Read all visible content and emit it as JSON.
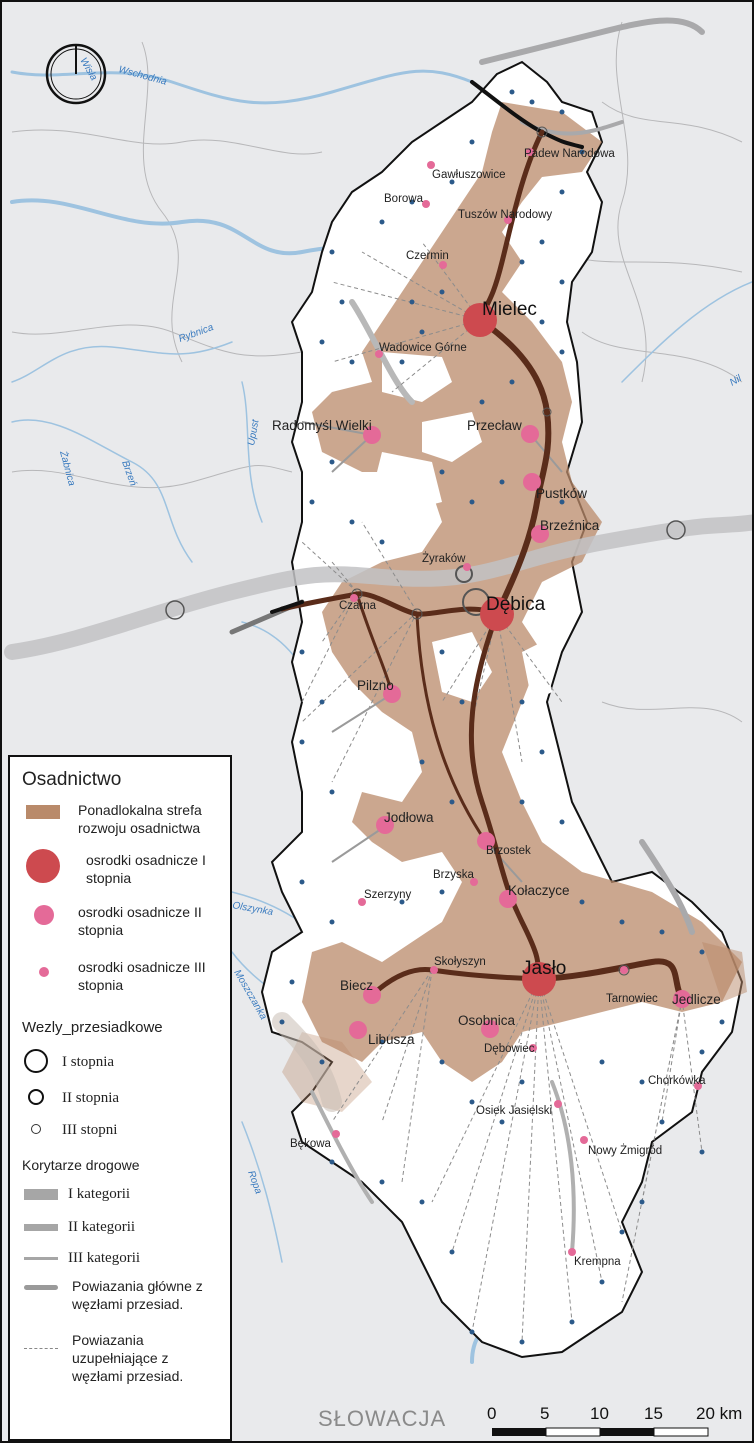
{
  "colors": {
    "background": "#e9eaec",
    "region": "#ffffff",
    "zone": "#b98a6a",
    "city": "#cd4a4f",
    "town": "#e46a98",
    "road": "#a8a8a8",
    "river": "#9ec3e0",
    "corridor": "#5a2c1a"
  },
  "icons": {
    "compass": "compass-icon"
  },
  "cities": [
    {
      "name": "Mielec"
    },
    {
      "name": "Dębica"
    },
    {
      "name": "Jasło"
    }
  ],
  "towns": [
    {
      "name": "Radomyśl Wielki"
    },
    {
      "name": "Przecław"
    },
    {
      "name": "Pustków"
    },
    {
      "name": "Brzeźnica"
    },
    {
      "name": "Pilzno"
    },
    {
      "name": "Jodłowa"
    },
    {
      "name": "Brzostek"
    },
    {
      "name": "Kołaczyce"
    },
    {
      "name": "Biecz"
    },
    {
      "name": "Libusza"
    },
    {
      "name": "Osobnica"
    },
    {
      "name": "Jedlicze"
    }
  ],
  "villages": [
    {
      "name": "Padew Narodowa"
    },
    {
      "name": "Gawłuszowice"
    },
    {
      "name": "Borowa"
    },
    {
      "name": "Tuszów Narodowy"
    },
    {
      "name": "Czermin"
    },
    {
      "name": "Wadowice Górne"
    },
    {
      "name": "Żyraków"
    },
    {
      "name": "Czarna"
    },
    {
      "name": "Brzyska"
    },
    {
      "name": "Szerzyny"
    },
    {
      "name": "Skołyszyn"
    },
    {
      "name": "Dębowiec"
    },
    {
      "name": "Tarnowiec"
    },
    {
      "name": "Chorkówka"
    },
    {
      "name": "Osiek Jasielski"
    },
    {
      "name": "Nowy Żmigród"
    },
    {
      "name": "Bękowa"
    },
    {
      "name": "Krempna"
    }
  ],
  "rivers": [
    "Wschodnia",
    "Rybnica",
    "Brzeń",
    "Żabnica",
    "Upust",
    "Olszynka",
    "Moszczanka",
    "Ropa",
    "Wisła",
    "Nil"
  ],
  "country_label": "SŁOWACJA",
  "legend": {
    "title": "Osadnictwo",
    "zone": "Ponadlokalna strefa rozwoju osadnictwa",
    "centers_1": "osrodki osadnicze I stopnia",
    "centers_2": "osrodki osadnicze II stopnia",
    "centers_3": "osrodki osadnicze III stopnia",
    "nodes_title": "Wezly_przesiadkowe",
    "node_1": "I stopnia",
    "node_2": "II stopnia",
    "node_3": "III stopni",
    "corridors_title": "Korytarze drogowe",
    "cat_1": "I kategorii",
    "cat_2": "II kategorii",
    "cat_3": "III kategorii",
    "main_links": "Powiazania główne z węzłami przesiad.",
    "extra_links": "Powiazania uzupełniające z węzłami przesiad."
  },
  "scale": {
    "ticks": [
      "0",
      "5",
      "10",
      "15",
      "20 km"
    ]
  }
}
